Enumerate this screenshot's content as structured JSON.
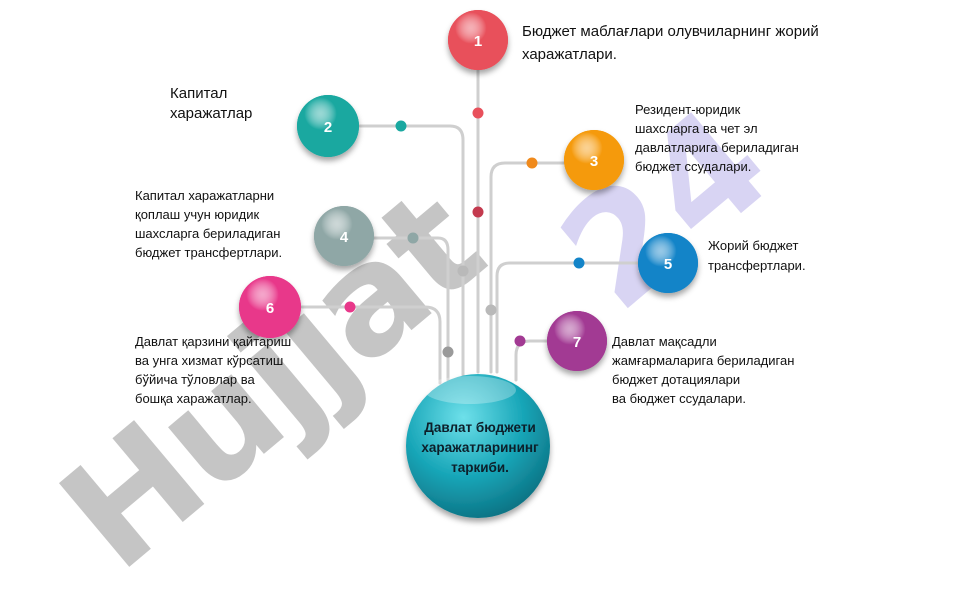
{
  "watermark": {
    "text_main": "Hujjat",
    "text_accent": "24"
  },
  "center": {
    "text": "Давлат бюджети харажатларининг таркиби."
  },
  "nodes": [
    {
      "id": "1",
      "number": "1",
      "color": "#e8505b",
      "text": "Бюджет маблағлари олувчиларнинг жорий\nхаражатлари."
    },
    {
      "id": "2",
      "number": "2",
      "color": "#1aa8a0",
      "text": "Капитал\n харажатлар"
    },
    {
      "id": "3",
      "number": "3",
      "color": "#f59a0c",
      "text": "Резидент-юридик\nшахсларга ва чет эл\nдавлатларига бериладиган\nбюджет ссудалари."
    },
    {
      "id": "4",
      "number": "4",
      "color": "#8fa7a6",
      "text": "Капитал харажатларни\nқоплаш учун юридик\nшахсларга бериладиган\nбюджет трансфертлари."
    },
    {
      "id": "5",
      "number": "5",
      "color": "#1384c8",
      "text": "Жорий бюджет\n трансфертлари."
    },
    {
      "id": "6",
      "number": "6",
      "color": "#e8388a",
      "text": "Давлат қарзини қайтариш\nва унга хизмат кўрсатиш\nбўйича тўловлар ва\nбошқа харажатлар."
    },
    {
      "id": "7",
      "number": "7",
      "color": "#a23a93",
      "text": "Давлат мақсадли\nжамғармаларига бериладиган\nбюджет дотациялари\nва бюджет ссудалари."
    }
  ]
}
